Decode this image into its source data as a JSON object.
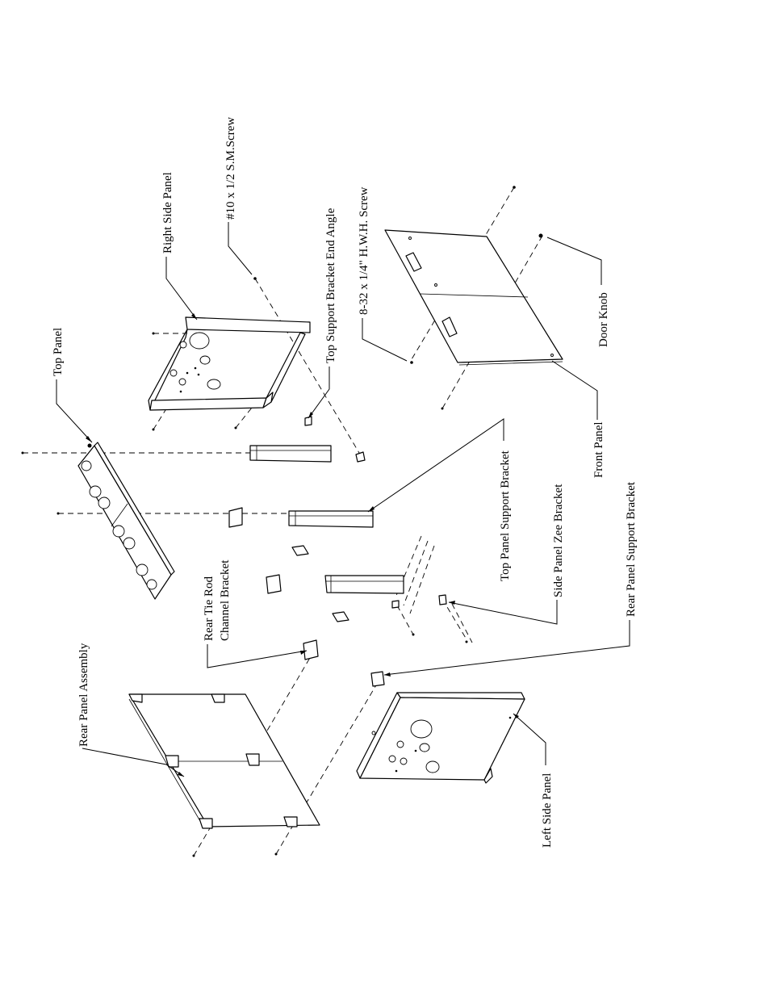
{
  "labels": {
    "top_panel": "Top Panel",
    "rear_panel_assembly": "Rear Panel Assembly",
    "right_side_panel": "Right Side Panel",
    "screw_10": "#10 x 1/2 S.M.Screw",
    "top_support_bracket_end_angle": "Top Support Bracket End Angle",
    "screw_8_32": "8-32 x 1/4\" H.W.H. Screw",
    "door_knob": "Door Knob",
    "front_panel": "Front Panel",
    "top_panel_support_bracket": "Top Panel Support Bracket",
    "side_panel_zee_bracket": "Side Panel Zee Bracket",
    "rear_panel_support_bracket": "Rear Panel Support Bracket",
    "rear_tie_rod_line1": "Rear Tie Rod",
    "rear_tie_rod_line2": "Channel Bracket",
    "left_side_panel": "Left Side Panel"
  }
}
